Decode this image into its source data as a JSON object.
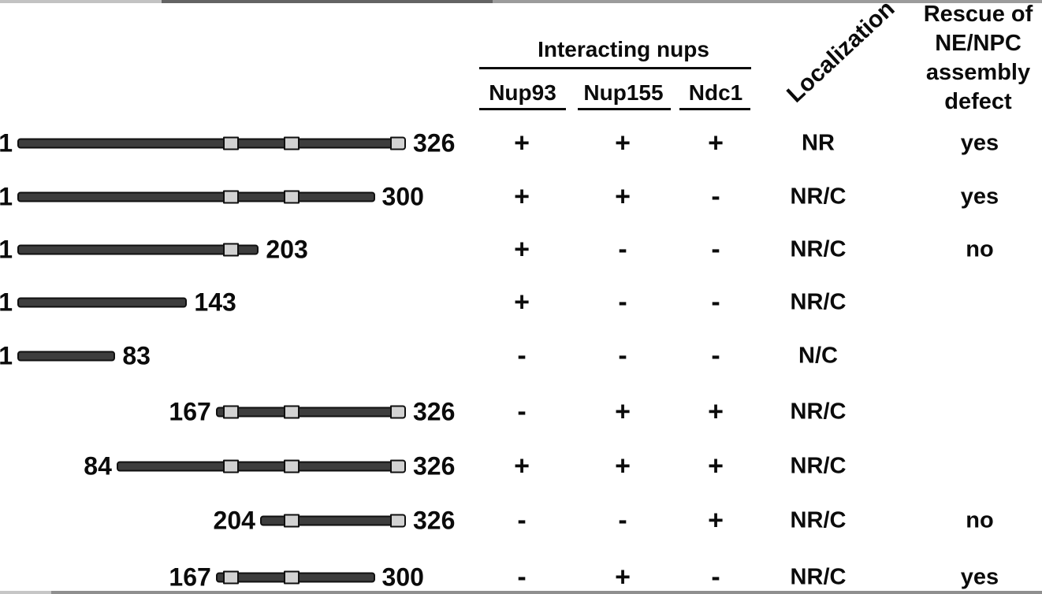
{
  "figure": {
    "header": {
      "interacting_nups": "Interacting nups",
      "columns": [
        "Nup93",
        "Nup155",
        "Ndc1"
      ],
      "localization": "Localization",
      "rescue_lines": [
        "Rescue of",
        "NE/NPC",
        "assembly",
        "defect"
      ]
    },
    "motifs": [
      {
        "start": 173,
        "end": 186
      },
      {
        "start": 224,
        "end": 237
      },
      {
        "start": 313,
        "end": 326
      }
    ],
    "rows": [
      {
        "construct": {
          "start": 1,
          "end": 326
        },
        "nup93": "+",
        "nup155": "+",
        "ndc1": "+",
        "localization": "NR",
        "rescue": "yes"
      },
      {
        "construct": {
          "start": 1,
          "end": 300
        },
        "nup93": "+",
        "nup155": "+",
        "ndc1": "-",
        "localization": "NR/C",
        "rescue": "yes"
      },
      {
        "construct": {
          "start": 1,
          "end": 203
        },
        "nup93": "+",
        "nup155": "-",
        "ndc1": "-",
        "localization": "NR/C",
        "rescue": "no"
      },
      {
        "construct": {
          "start": 1,
          "end": 143
        },
        "nup93": "+",
        "nup155": "-",
        "ndc1": "-",
        "localization": "NR/C",
        "rescue": ""
      },
      {
        "construct": {
          "start": 1,
          "end": 83
        },
        "nup93": "-",
        "nup155": "-",
        "ndc1": "-",
        "localization": "N/C",
        "rescue": ""
      },
      {
        "construct": {
          "start": 167,
          "end": 326
        },
        "nup93": "-",
        "nup155": "+",
        "ndc1": "+",
        "localization": "NR/C",
        "rescue": ""
      },
      {
        "construct": {
          "start": 84,
          "end": 326
        },
        "nup93": "+",
        "nup155": "+",
        "ndc1": "+",
        "localization": "NR/C",
        "rescue": ""
      },
      {
        "construct": {
          "start": 204,
          "end": 326
        },
        "nup93": "-",
        "nup155": "-",
        "ndc1": "+",
        "localization": "NR/C",
        "rescue": "no"
      },
      {
        "construct": {
          "start": 167,
          "end": 300
        },
        "nup93": "-",
        "nup155": "+",
        "ndc1": "-",
        "localization": "NR/C",
        "rescue": "yes"
      }
    ],
    "colors": {
      "text": "#0b0b0b",
      "bar_fill": "#3d3d3d",
      "bar_border": "#101010",
      "motif_fill": "#d2d2d2",
      "top_edge_segments": [
        "#c3c3c3",
        "#646464",
        "#9c9c9c"
      ],
      "bottom_edge_segments": [
        "#c6c6c6",
        "#8f8f8f"
      ]
    }
  }
}
